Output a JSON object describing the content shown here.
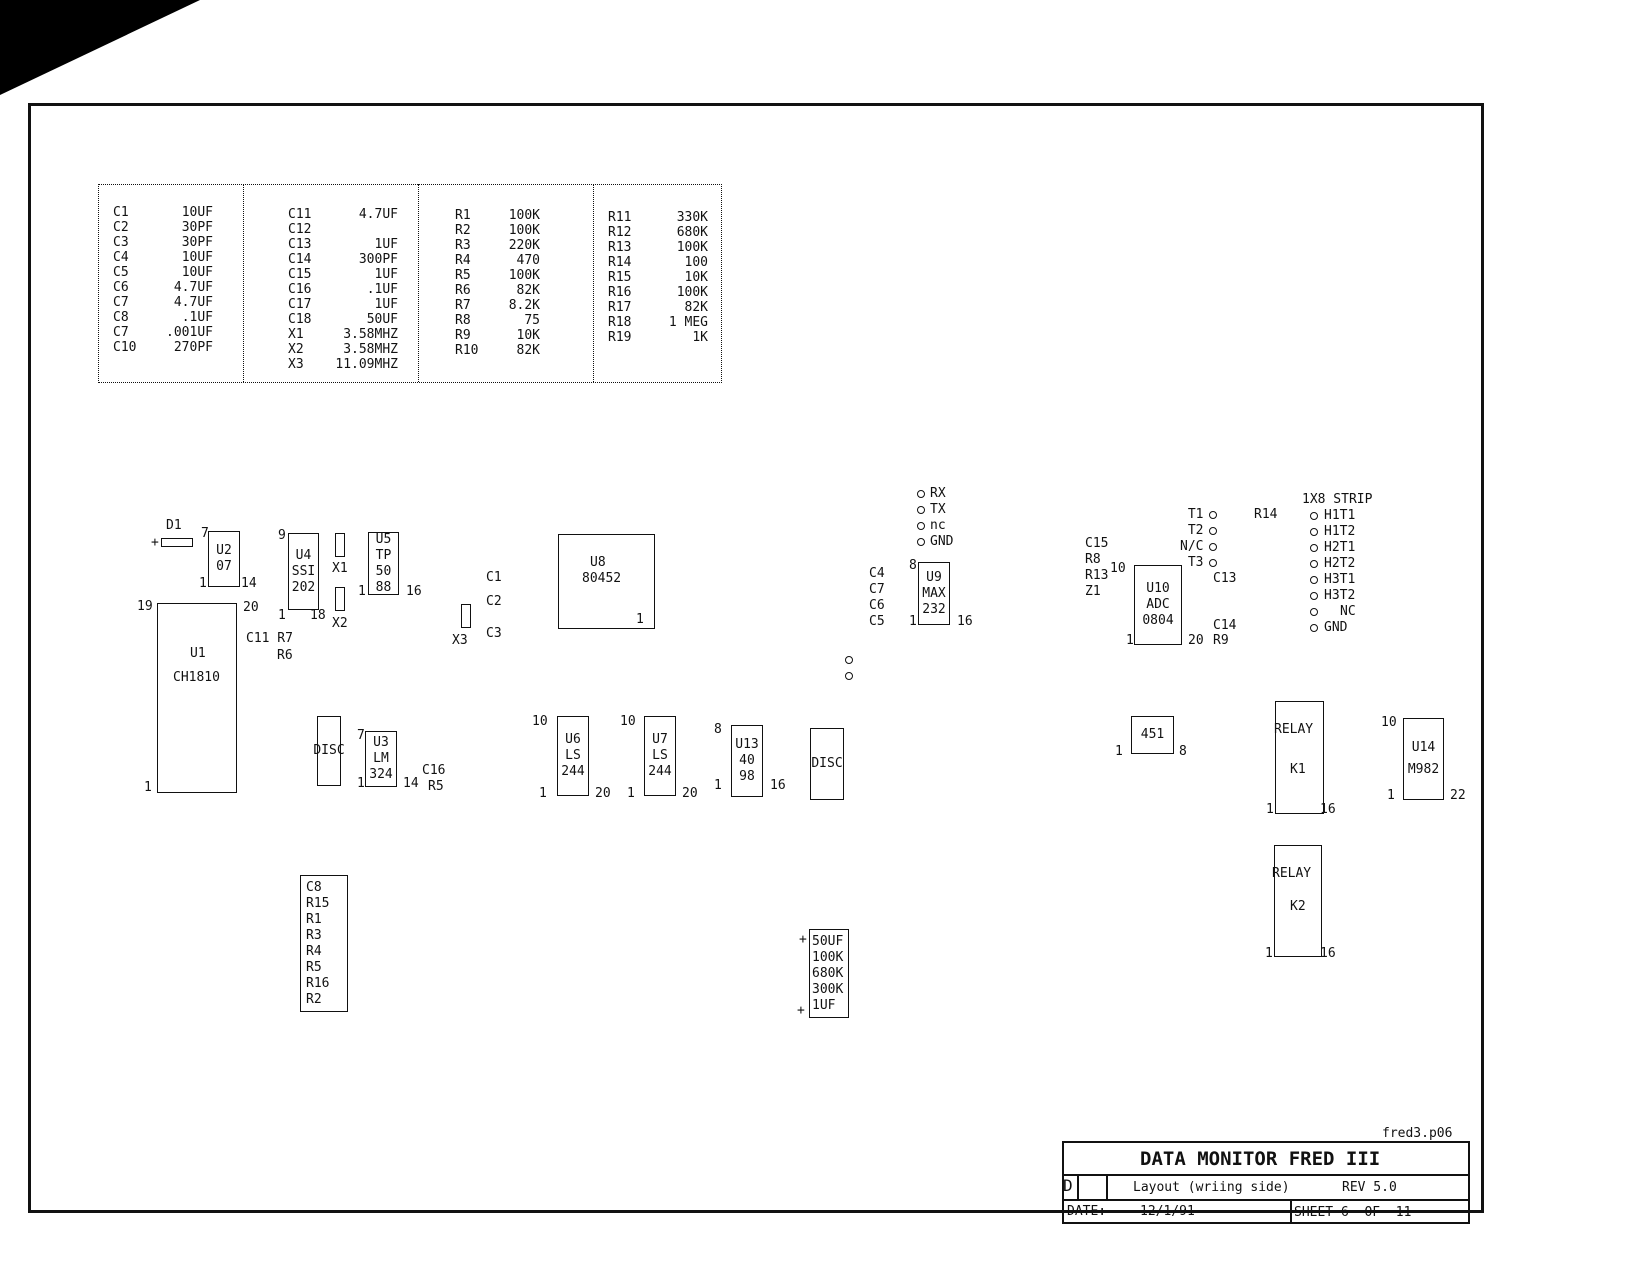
{
  "bom": {
    "col1": [
      {
        "ref": "C1",
        "val": "10UF"
      },
      {
        "ref": "C2",
        "val": "30PF"
      },
      {
        "ref": "C3",
        "val": "30PF"
      },
      {
        "ref": "C4",
        "val": "10UF"
      },
      {
        "ref": "C5",
        "val": "10UF"
      },
      {
        "ref": "C6",
        "val": "4.7UF"
      },
      {
        "ref": "C7",
        "val": "4.7UF"
      },
      {
        "ref": "C8",
        "val": ".1UF"
      },
      {
        "ref": "C7",
        "val": ".001UF"
      },
      {
        "ref": "C10",
        "val": "270PF"
      }
    ],
    "col2": [
      {
        "ref": "C11",
        "val": "4.7UF"
      },
      {
        "ref": "C12",
        "val": ""
      },
      {
        "ref": "C13",
        "val": "1UF"
      },
      {
        "ref": "C14",
        "val": "300PF"
      },
      {
        "ref": "C15",
        "val": "1UF"
      },
      {
        "ref": "C16",
        "val": ".1UF"
      },
      {
        "ref": "C17",
        "val": "1UF"
      },
      {
        "ref": "C18",
        "val": "50UF"
      },
      {
        "ref": "X1",
        "val": "3.58MHZ"
      },
      {
        "ref": "X2",
        "val": "3.58MHZ"
      },
      {
        "ref": "X3",
        "val": "11.09MHZ"
      }
    ],
    "col3": [
      {
        "ref": "R1",
        "val": "100K"
      },
      {
        "ref": "R2",
        "val": "100K"
      },
      {
        "ref": "R3",
        "val": "220K"
      },
      {
        "ref": "R4",
        "val": "470"
      },
      {
        "ref": "R5",
        "val": "100K"
      },
      {
        "ref": "R6",
        "val": "82K"
      },
      {
        "ref": "R7",
        "val": "8.2K"
      },
      {
        "ref": "R8",
        "val": "75"
      },
      {
        "ref": "R9",
        "val": "10K"
      },
      {
        "ref": "R10",
        "val": "82K"
      }
    ],
    "col4": [
      {
        "ref": "R11",
        "val": "330K"
      },
      {
        "ref": "R12",
        "val": "680K"
      },
      {
        "ref": "R13",
        "val": "100K"
      },
      {
        "ref": "R14",
        "val": "100"
      },
      {
        "ref": "R15",
        "val": "10K"
      },
      {
        "ref": "R16",
        "val": "100K"
      },
      {
        "ref": "R17",
        "val": "82K"
      },
      {
        "ref": "R18",
        "val": "1 MEG"
      },
      {
        "ref": "R19",
        "val": "1K"
      }
    ]
  },
  "components": {
    "d1": "D1",
    "plus": "+",
    "u2": {
      "l1": "U2",
      "l2": "07",
      "p1": "1",
      "p7": "7",
      "p14": "14"
    },
    "u4": {
      "l1": "U4",
      "l2": "SSI",
      "l3": "202",
      "p9": "9",
      "p1": "1",
      "p18": "18"
    },
    "x1": "X1",
    "x2": "X2",
    "x3": "X3",
    "u5": {
      "l1": "U5",
      "l2": "TP",
      "l3": "50",
      "l4": "88",
      "p1": "1",
      "p16": "16"
    },
    "u1": {
      "l1": "U1",
      "l2": "CH1810",
      "p19": "19",
      "p20": "20",
      "p1": "1"
    },
    "c11r7": "C11 R7",
    "r6": "R6",
    "c1": "C1",
    "c2": "C2",
    "c3": "C3",
    "u8": {
      "l1": "U8",
      "l2": "80452",
      "p1": "1"
    },
    "serial": [
      "RX",
      "TX",
      "nc",
      "GND"
    ],
    "c4": "C4",
    "c7": "C7",
    "c6": "C6",
    "c5": "C5",
    "u9": {
      "l1": "U9",
      "l2": "MAX",
      "l3": "232",
      "p8": "8",
      "p1": "1",
      "p16": "16"
    },
    "c15": "C15",
    "r8": "R8",
    "r13": "R13",
    "z1": "Z1",
    "u10": {
      "l1": "U10",
      "l2": "ADC",
      "l3": "0804",
      "p10": "10",
      "p1": "1",
      "p20": "20"
    },
    "tpoints": [
      "T1",
      "T2",
      "N/C",
      "T3"
    ],
    "c13": "C13",
    "c14": "C14",
    "r9": "R9",
    "r14": "R14",
    "strip_title": "1X8 STRIP",
    "strip": [
      "H1T1",
      "H1T2",
      "H2T1",
      "H2T2",
      "H3T1",
      "H3T2",
      "NC",
      "GND"
    ],
    "disc": "DISC",
    "u3": {
      "l1": "U3",
      "l2": "LM",
      "l3": "324",
      "p7": "7",
      "p1": "1",
      "p14": "14"
    },
    "c16": "C16",
    "r5": "R5",
    "u6": {
      "l1": "U6",
      "l2": "LS",
      "l3": "244",
      "p10": "10",
      "p1": "1",
      "p20": "20"
    },
    "u7": {
      "l1": "U7",
      "l2": "LS",
      "l3": "244",
      "p10": "10",
      "p1": "1",
      "p20": "20"
    },
    "u13": {
      "l1": "U13",
      "l2": "40",
      "l3": "98",
      "p8": "8",
      "p1": "1",
      "p16": "16"
    },
    "u451": {
      "l1": "451",
      "p1": "1",
      "p8": "8"
    },
    "k1": {
      "l1": "RELAY",
      "l2": "K1",
      "p1": "1",
      "p16": "16"
    },
    "k2": {
      "l1": "RELAY",
      "l2": "K2",
      "p1": "1",
      "p16": "16"
    },
    "u14": {
      "l1": "U14",
      "l2": "M982",
      "p10": "10",
      "p1": "1",
      "p22": "22"
    },
    "stack1": [
      "C8",
      "R15",
      "R1",
      "R3",
      "R4",
      "R5",
      "R16",
      "R2"
    ],
    "stack2": [
      "50UF",
      "100K",
      "680K",
      "300K",
      "1UF"
    ]
  },
  "title_block": {
    "file": "fred3.p06",
    "title": "DATA MONITOR FRED III",
    "size": "D",
    "subtitle": "Layout (wriing side)",
    "rev": "REV 5.0",
    "date_label": "DATE:",
    "date": "12/1/91",
    "sheet": "SHEET 6  OF  11"
  }
}
